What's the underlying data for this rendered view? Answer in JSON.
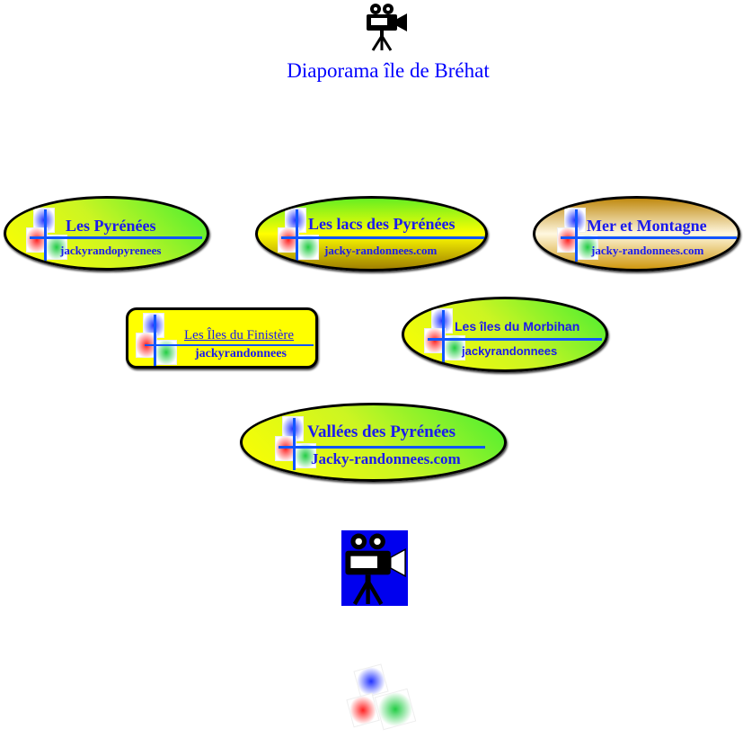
{
  "header": {
    "title": "Diaporama île de Bréhat"
  },
  "badges": [
    {
      "title": "Les Pyrénées",
      "subtitle": "jackyrandopyrenees"
    },
    {
      "title": "Les lacs des Pyrénées",
      "subtitle": "jacky-randonnees.com"
    },
    {
      "title": "Mer et Montagne",
      "subtitle": "jacky-randonnees.com"
    },
    {
      "title": "Les Îles du Finistère",
      "subtitle": "jackyrandonnees"
    },
    {
      "title": "Les îles du Morbihan",
      "subtitle": "jackyrandonnees"
    },
    {
      "title": "Vallées des Pyrénées",
      "subtitle": "Jacky-randonnees.com"
    }
  ]
}
